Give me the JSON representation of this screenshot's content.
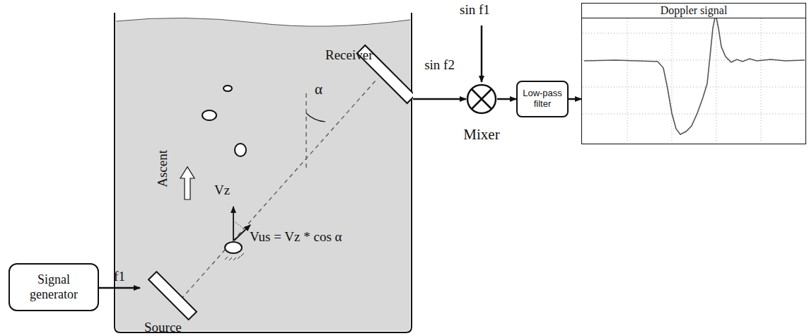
{
  "diagram": {
    "nodes": [
      {
        "text": [
          "Signal generator"
        ]
      },
      {
        "text": [
          "Source"
        ]
      },
      {
        "text": [
          "Receiver"
        ]
      },
      {
        "text": [
          "Mixer"
        ]
      },
      {
        "text": [
          "Low-pass filter"
        ]
      },
      {
        "text": [
          "Doppler signal"
        ]
      }
    ],
    "edges": [
      {
        "from": 0,
        "to": 1,
        "label": "f1",
        "arrow": "to"
      },
      {
        "from": 2,
        "to": 3,
        "label": "sin f2",
        "arrow": "to"
      },
      {
        "from": 3,
        "to": 4,
        "arrow": "to"
      },
      {
        "from": 4,
        "to": 5,
        "arrow": "to"
      }
    ],
    "labels": [
      "sin f1",
      "Ascent",
      "Vz",
      "Vus = Vz * cos α",
      "α"
    ]
  }
}
